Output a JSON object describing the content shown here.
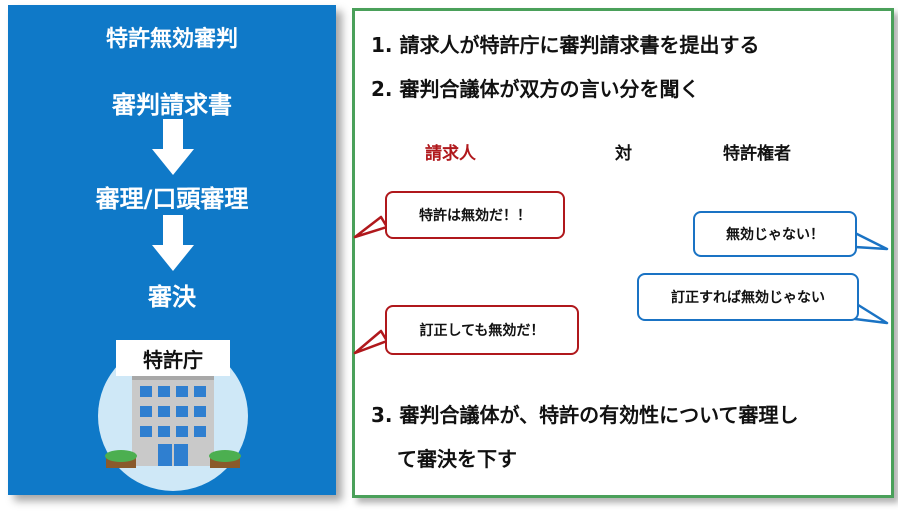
{
  "left": {
    "title": "特許無効審判",
    "flow": [
      "審判請求書",
      "審理/口頭審理",
      "審決"
    ],
    "office_label": "特許庁"
  },
  "right": {
    "step1": "1.  請求人が特許庁に審判請求書を提出する",
    "step2": "2.  審判合議体が双方の言い分を聞く",
    "party_claimant": "請求人",
    "versus": "対",
    "party_holder": "特許権者",
    "bubble_claimant_1": "特許は無効だ！！",
    "bubble_claimant_2": "訂正しても無効だ！",
    "bubble_holder_1": "無効じゃない！",
    "bubble_holder_2": "訂正すれば無効じゃない",
    "step3_line1": "3.  審判合議体が、特許の有効性について審理し",
    "step3_line2": "て審決を下す"
  },
  "colors": {
    "left_bg": "#0f79c8",
    "green_border": "#4aa05a",
    "claimant_red": "#b0181c",
    "holder_blue": "#1a73c4"
  },
  "icons": [
    "down-arrow-icon",
    "office-building-icon"
  ]
}
